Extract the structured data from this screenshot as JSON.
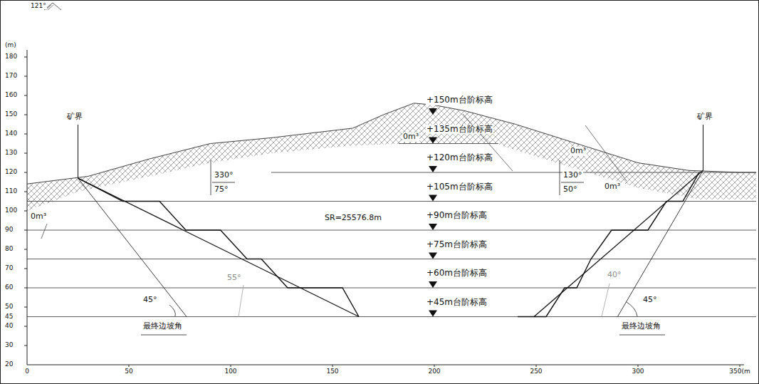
{
  "diagram": {
    "labels": [
      "121°",
      "(m)",
      "180",
      "170",
      "160",
      "150",
      "140",
      "130",
      "120",
      "110",
      "100",
      "90",
      "80",
      "70",
      "60",
      "50",
      "45",
      "40",
      "30",
      "20",
      "0",
      "50",
      "100",
      "150",
      "200",
      "250",
      "300",
      "350(m",
      "矿界",
      "矿界",
      "+150m台阶标高",
      "+135m台阶标高",
      "+120m台阶标高",
      "+105m台阶标高",
      "+90m台阶标高",
      "+75m台阶标高",
      "+60m台阶标高",
      "+45m台阶标高",
      "330°",
      "75°",
      "130°",
      "50°",
      "SR=25576.8m",
      "0m³",
      "0m³",
      "0m³",
      "0m³",
      "45°",
      "55°",
      "40°",
      "45°",
      "最终边坡角",
      "最终边坡角"
    ]
  }
}
